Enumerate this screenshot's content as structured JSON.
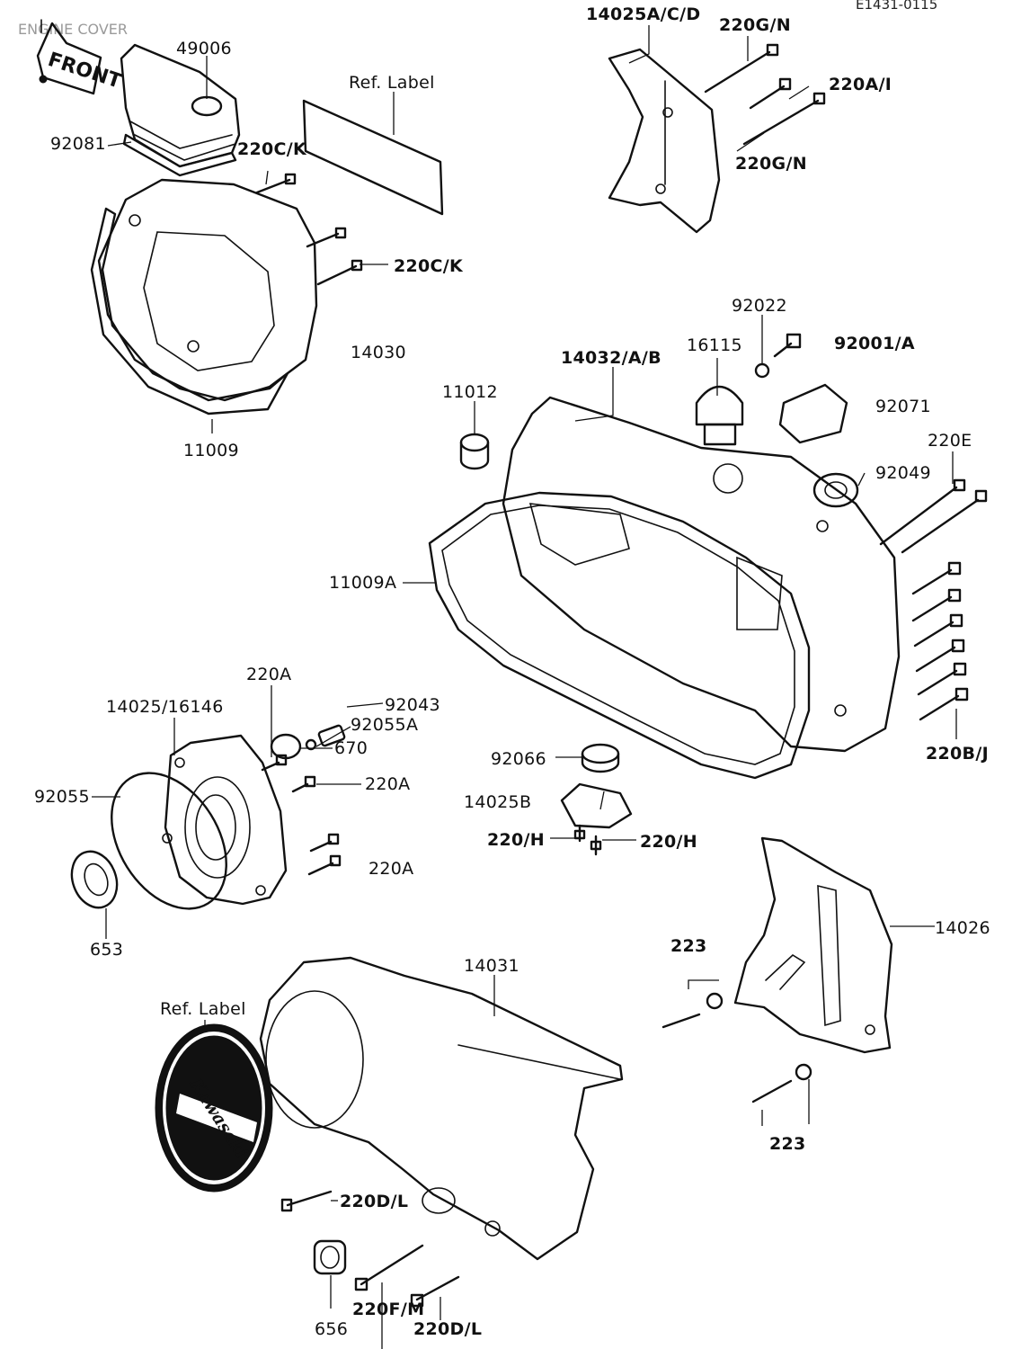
{
  "header": {
    "section_title": "ENGINE COVER",
    "figure_code": "E1431-0115",
    "front_marker": "FRONT"
  },
  "colors": {
    "line": "#111111",
    "background": "#ffffff",
    "header_faded": "#9a9a9a"
  },
  "emblem": {
    "brand_text": "Kawasaki"
  },
  "labels": {
    "p49006": "49006",
    "ref_label_top": "Ref. Label",
    "p92081": "92081",
    "p220ck_1": "220C/K",
    "p220ck_2": "220C/K",
    "p14030": "14030",
    "p11009": "11009",
    "p14025acd": "14025A/C/D",
    "p220gn_1": "220G/N",
    "p220ai": "220A/I",
    "p220gn_2": "220G/N",
    "p92022": "92022",
    "p16115": "16115",
    "p92001a": "92001/A",
    "p14032ab": "14032/A/B",
    "p11012": "11012",
    "p92071": "92071",
    "p220e": "220E",
    "p92049": "92049",
    "p11009a": "11009A",
    "p220a_1": "220A",
    "p14025_16146": "14025/16146",
    "p92043": "92043",
    "p92055a": "92055A",
    "p670": "670",
    "p92055": "92055",
    "p220a_2": "220A",
    "p220a_3": "220A",
    "p653": "653",
    "p92066": "92066",
    "p14025b": "14025B",
    "p220h_1": "220/H",
    "p220h_2": "220/H",
    "p220bj": "220B/J",
    "p14026": "14026",
    "p223_1": "223",
    "p223_2": "223",
    "p14031": "14031",
    "ref_label_bottom": "Ref. Label",
    "p220dl_1": "220D/L",
    "p220fm": "220F/M",
    "p656": "656",
    "p220dl_2": "220D/L"
  }
}
